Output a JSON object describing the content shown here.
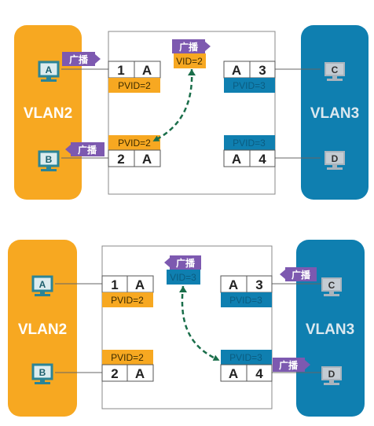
{
  "top_panel": {
    "vlan_left": "VLAN2",
    "vlan_right": "VLAN3",
    "hosts": {
      "a": "A",
      "b": "B",
      "c": "C",
      "d": "D"
    },
    "ports": {
      "p1": {
        "num": "1",
        "host": "A",
        "pvid": "PVID=2"
      },
      "p2": {
        "num": "2",
        "host": "A",
        "pvid": "PVID=2"
      },
      "p3": {
        "num": "3",
        "host": "A",
        "pvid": "PVID=3"
      },
      "p4": {
        "num": "4",
        "host": "A",
        "pvid": "PVID=3"
      }
    },
    "frame_vid": "VID=2",
    "broadcast_labels": [
      "广播",
      "广播",
      "广播"
    ]
  },
  "bottom_panel": {
    "vlan_left": "VLAN2",
    "vlan_right": "VLAN3",
    "hosts": {
      "a": "A",
      "b": "B",
      "c": "C",
      "d": "D"
    },
    "ports": {
      "p1": {
        "num": "1",
        "host": "A",
        "pvid": "PVID=2"
      },
      "p2": {
        "num": "2",
        "host": "A",
        "pvid": "PVID=2"
      },
      "p3": {
        "num": "3",
        "host": "A",
        "pvid": "PVID=3"
      },
      "p4": {
        "num": "4",
        "host": "A",
        "pvid": "PVID=3"
      }
    },
    "frame_vid": "VID=3",
    "broadcast_labels": [
      "广播",
      "广播",
      "广播"
    ]
  },
  "colors": {
    "vlan2": "#f7a821",
    "vlan3": "#0f7fb0",
    "tag": "#7d59b0",
    "arrow": "#1a6e4a",
    "pc_vlan2": "#2b8496",
    "pc_vlan3": "#aab4bd"
  }
}
